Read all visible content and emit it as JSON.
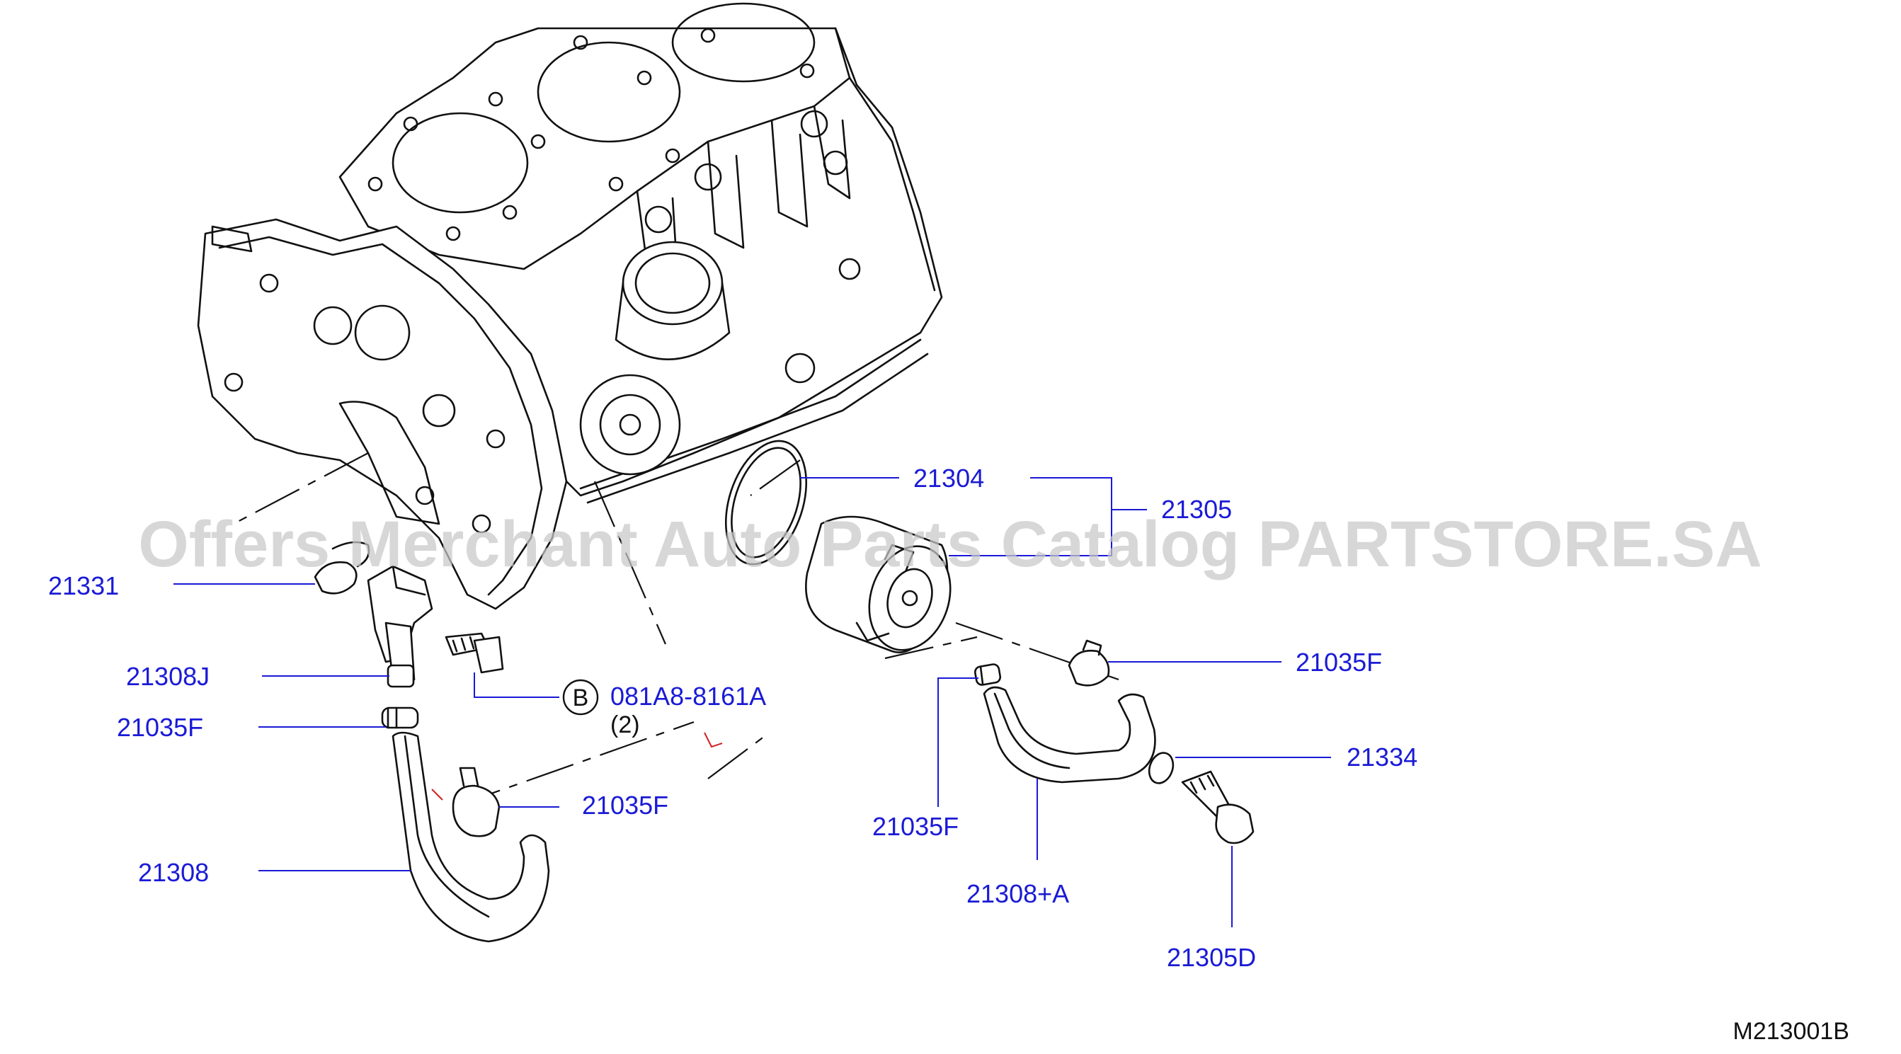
{
  "diagram_code": "M213001B",
  "watermark": "Offers Merchant Auto Parts Catalog PARTSTORE.SA",
  "colors": {
    "callout": "#1a1ad6",
    "ink": "#111111",
    "watermark": "#c9c9c9",
    "marker": "#d42020"
  },
  "callouts": {
    "p21331": "21331",
    "p21308J": "21308J",
    "p21035F_a": "21035F",
    "p21035F_b": "21035F",
    "p21308": "21308",
    "p21304": "21304",
    "p21305": "21305",
    "p21035F_c": "21035F",
    "p21334": "21334",
    "p21035F_d": "21035F",
    "p21308A": "21308+A",
    "p21305D": "21305D",
    "bolt_ref": "081A8-8161A",
    "bolt_qty": "(2)"
  },
  "bolt_ref_symbol": "B"
}
